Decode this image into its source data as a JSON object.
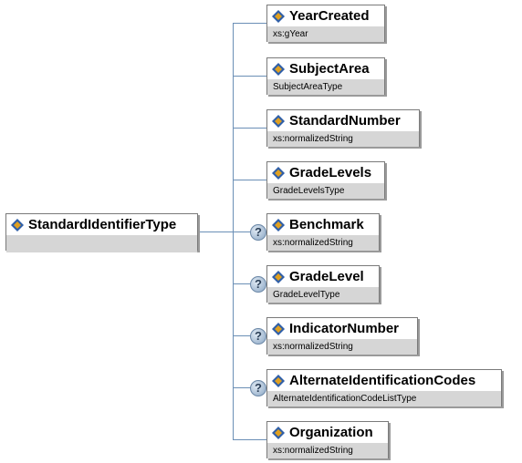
{
  "root": {
    "name": "StandardIdentifierType"
  },
  "children": [
    {
      "name": "YearCreated",
      "type": "xs:gYear",
      "optional": false
    },
    {
      "name": "SubjectArea",
      "type": "SubjectAreaType",
      "optional": false
    },
    {
      "name": "StandardNumber",
      "type": "xs:normalizedString",
      "optional": false
    },
    {
      "name": "GradeLevels",
      "type": "GradeLevelsType",
      "optional": false
    },
    {
      "name": "Benchmark",
      "type": "xs:normalizedString",
      "optional": true
    },
    {
      "name": "GradeLevel",
      "type": "GradeLevelType",
      "optional": true
    },
    {
      "name": "IndicatorNumber",
      "type": "xs:normalizedString",
      "optional": true
    },
    {
      "name": "AlternateIdentificationCodes",
      "type": "AlternateIdentificationCodeListType",
      "optional": true
    },
    {
      "name": "Organization",
      "type": "xs:normalizedString",
      "optional": false
    }
  ],
  "optional_marker": "?",
  "colors": {
    "connector": "#6b8fb6",
    "border": "#7a7a7a",
    "type_band": "#d6d6d6",
    "icon_blue": "#2f5fa8",
    "icon_gold": "#e0a020"
  }
}
